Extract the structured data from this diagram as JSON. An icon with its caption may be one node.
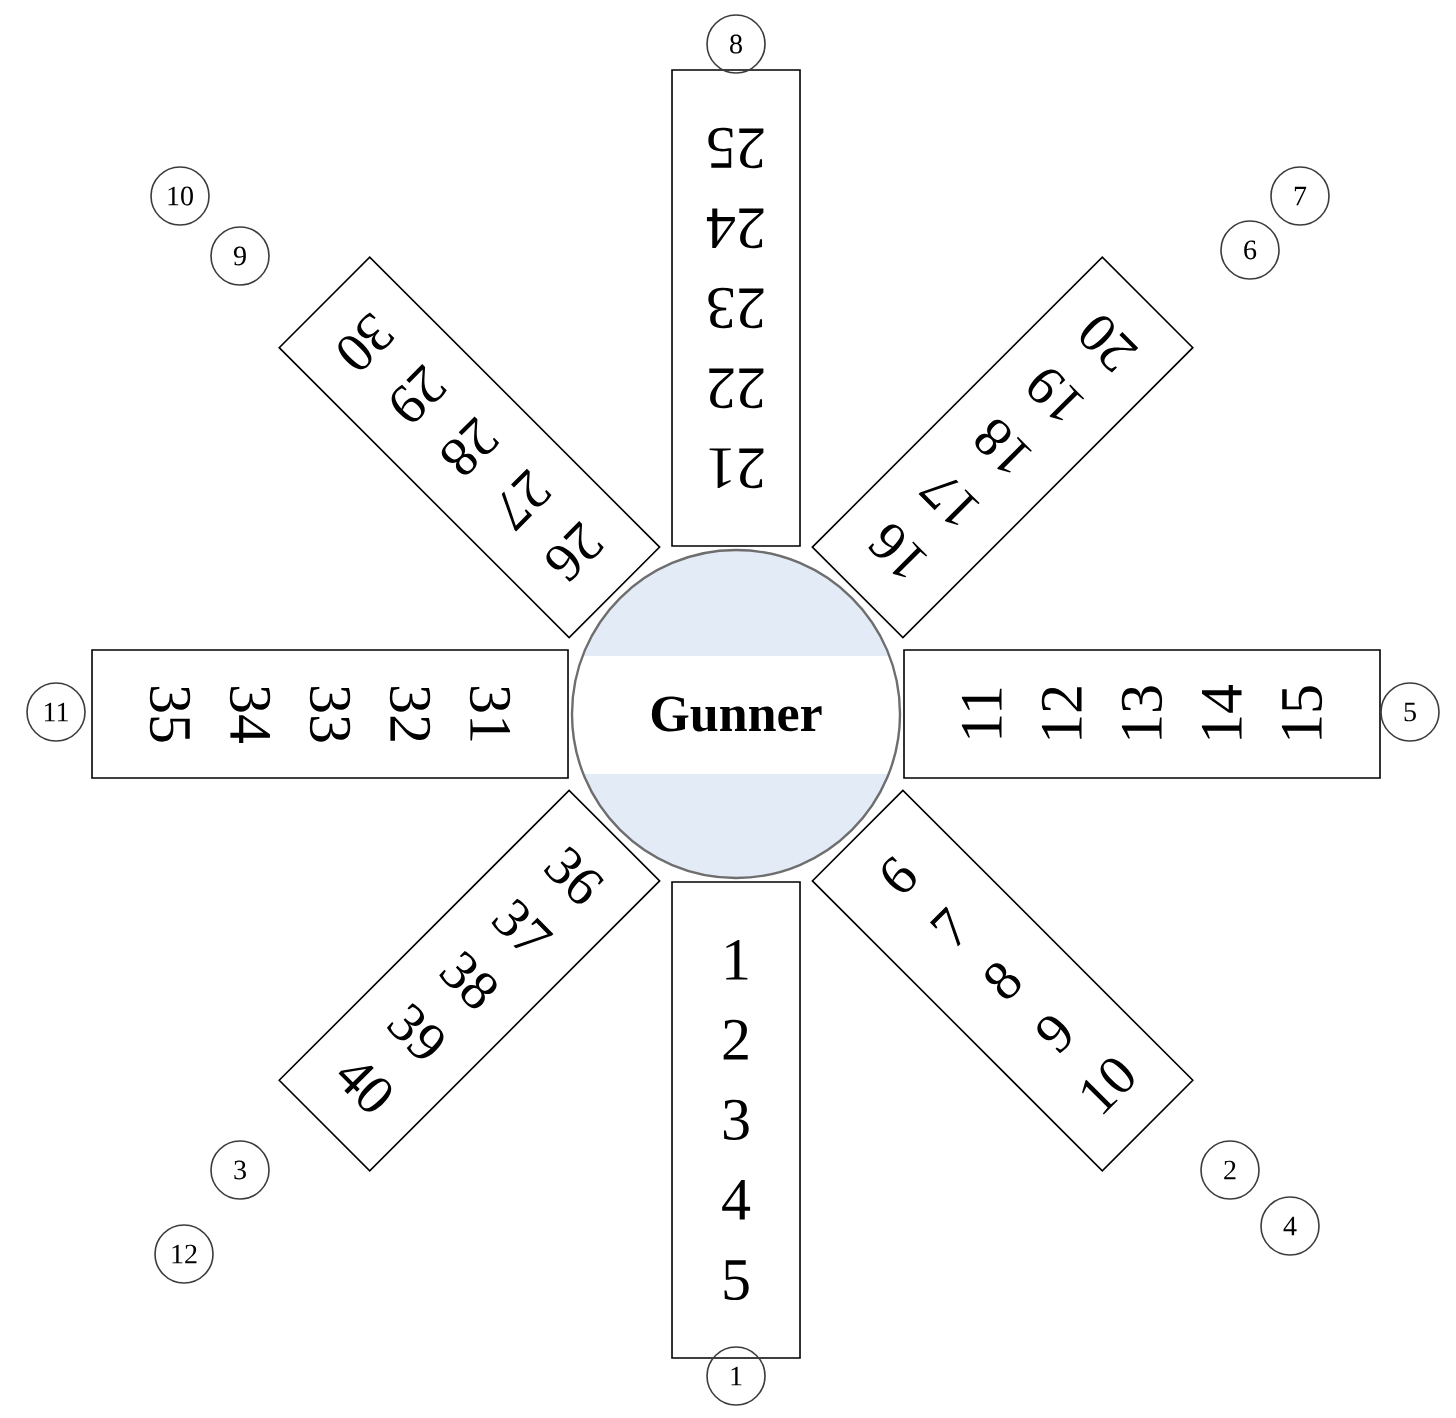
{
  "diagram": {
    "nodes": [
      {
        "text": [
          "Gunner"
        ]
      },
      {
        "text": [
          "1",
          "2",
          "3",
          "4",
          "5"
        ]
      },
      {
        "text": [
          "6",
          "7",
          "8",
          "9",
          "10"
        ]
      },
      {
        "text": [
          "11",
          "12",
          "13",
          "14",
          "15"
        ]
      },
      {
        "text": [
          "16",
          "17",
          "18",
          "19",
          "20"
        ]
      },
      {
        "text": [
          "21",
          "22",
          "23",
          "24",
          "25"
        ]
      },
      {
        "text": [
          "26",
          "27",
          "28",
          "29",
          "30"
        ]
      },
      {
        "text": [
          "31",
          "32",
          "33",
          "34",
          "35"
        ]
      },
      {
        "text": [
          "36",
          "37",
          "38",
          "39",
          "40"
        ]
      },
      {
        "text": [
          "1"
        ]
      },
      {
        "text": [
          "2"
        ]
      },
      {
        "text": [
          "3"
        ]
      },
      {
        "text": [
          "4"
        ]
      },
      {
        "text": [
          "5"
        ]
      },
      {
        "text": [
          "6"
        ]
      },
      {
        "text": [
          "7"
        ]
      },
      {
        "text": [
          "8"
        ]
      },
      {
        "text": [
          "9"
        ]
      },
      {
        "text": [
          "10"
        ]
      },
      {
        "text": [
          "11"
        ]
      },
      {
        "text": [
          "12"
        ]
      }
    ]
  }
}
